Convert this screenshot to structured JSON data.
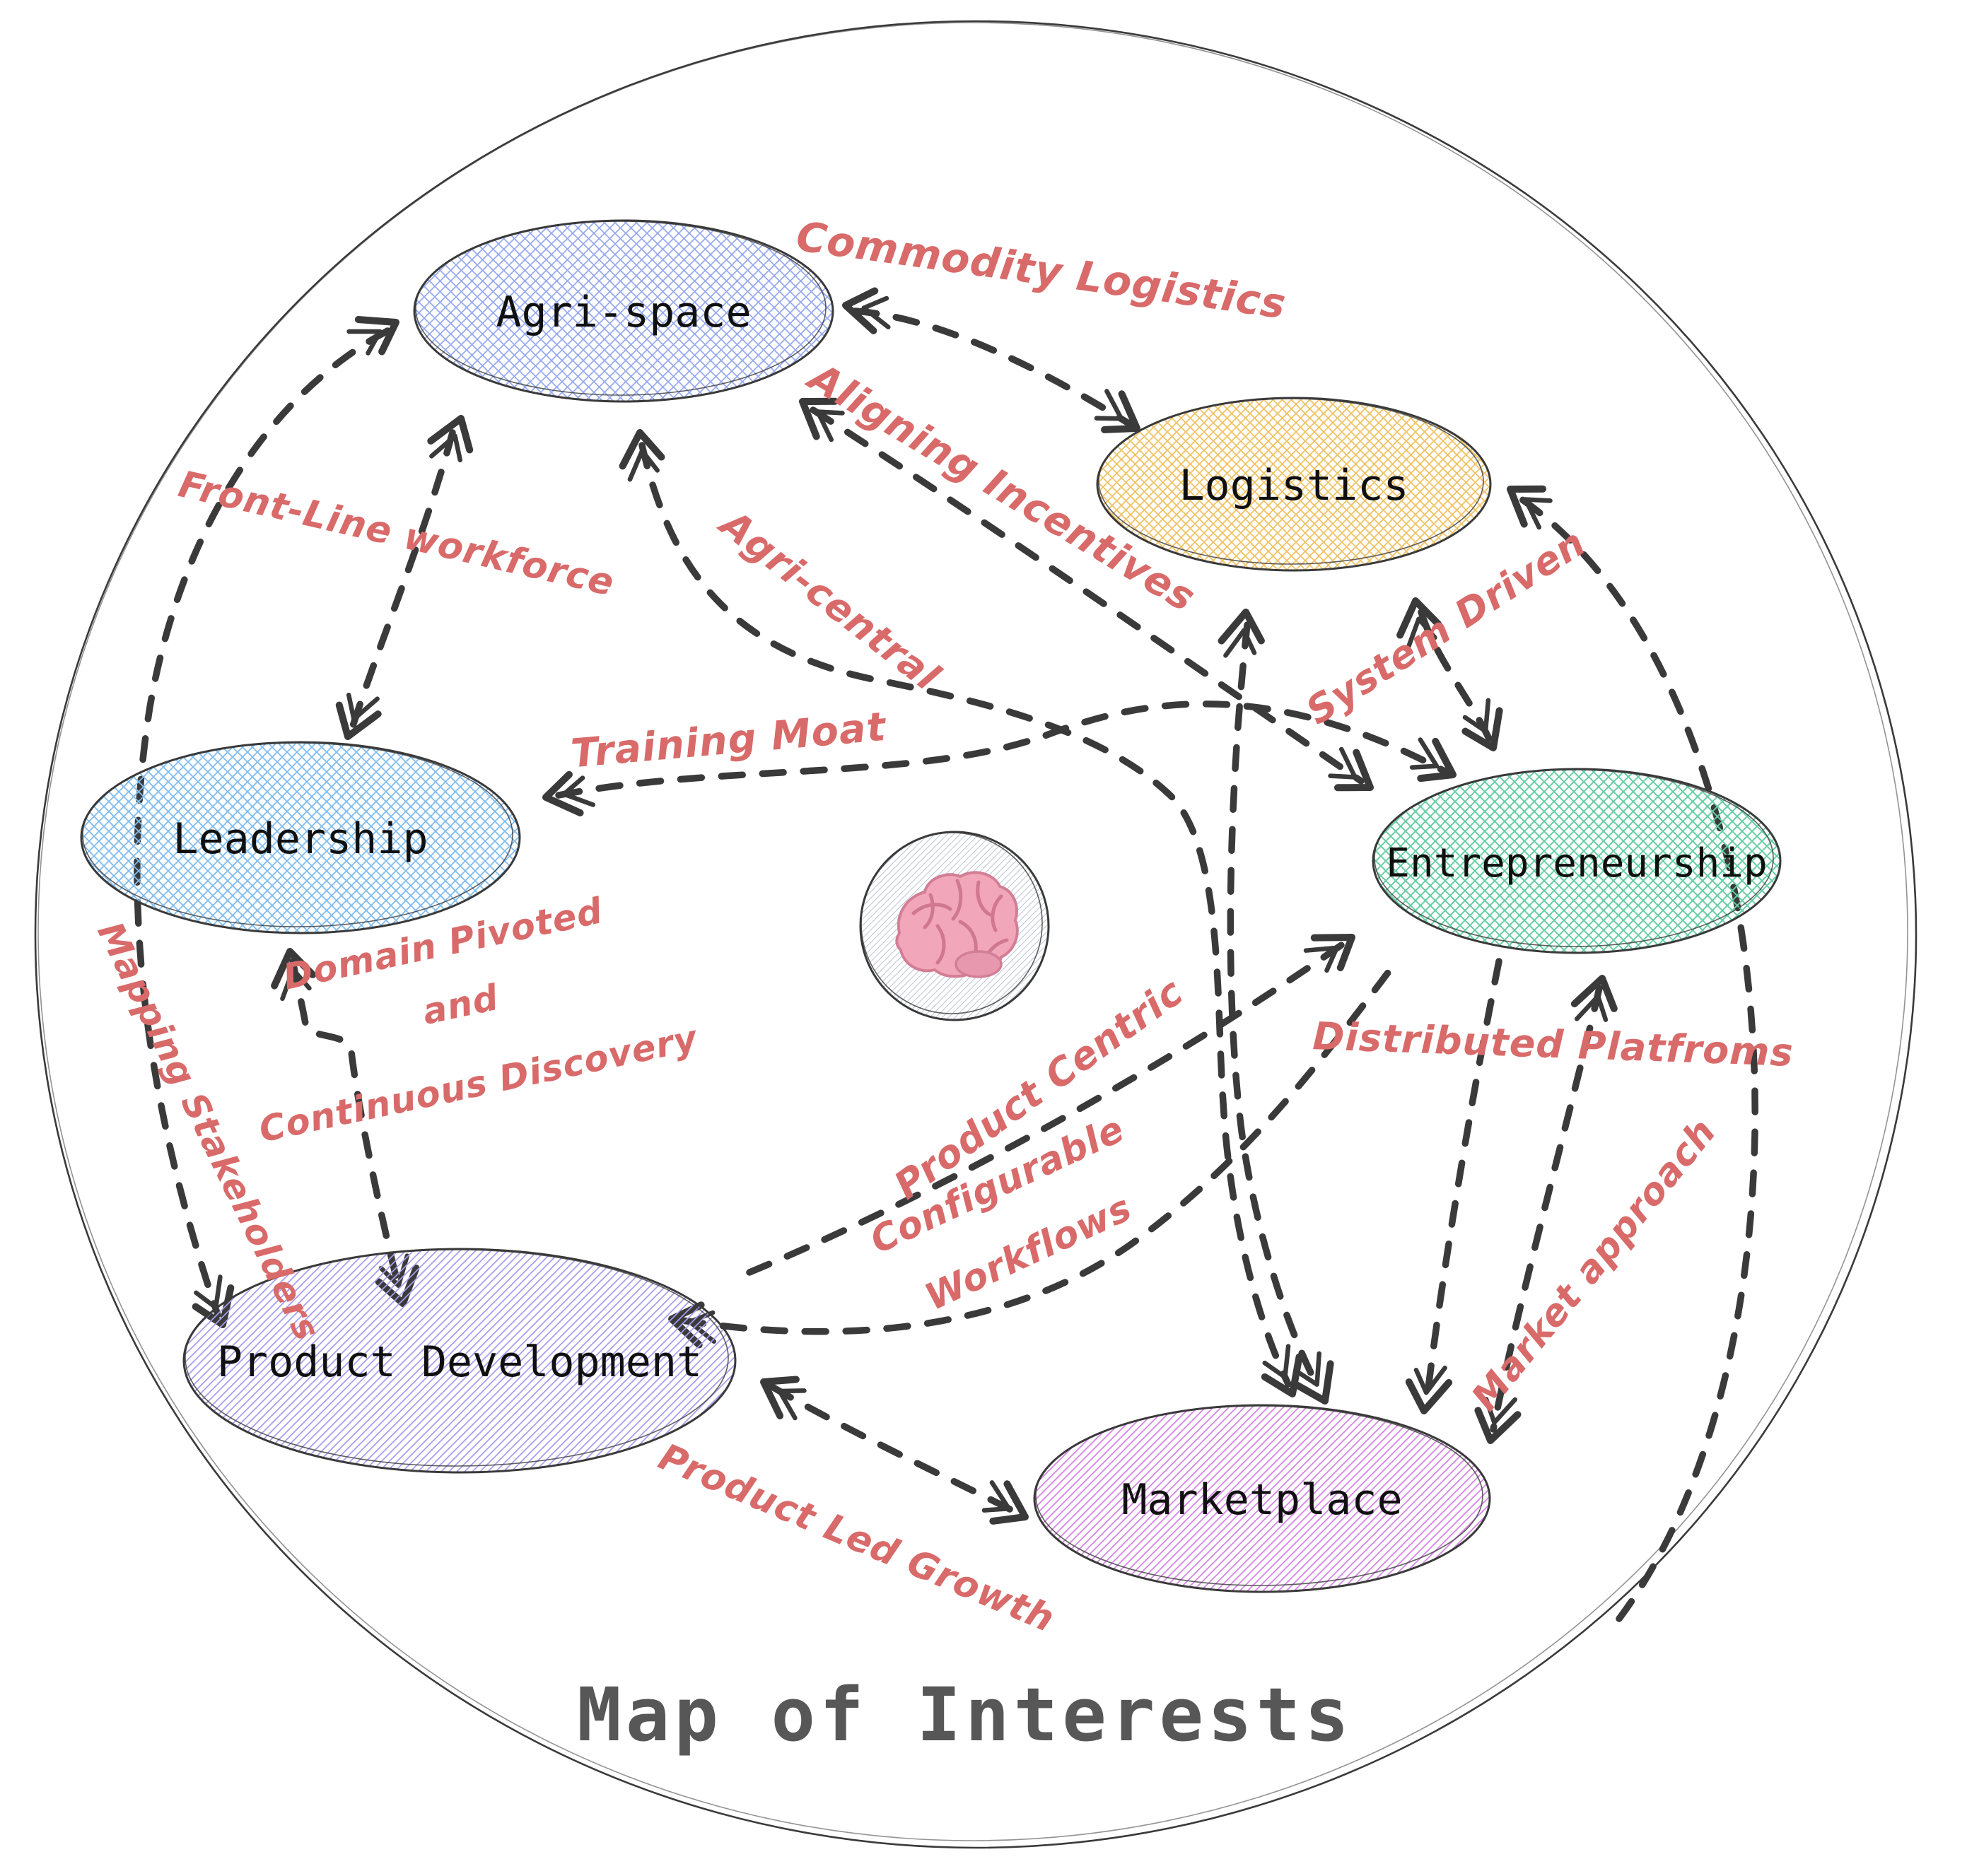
{
  "title": {
    "text": "Map of Interests"
  },
  "colors": {
    "canvas_bg": "#ffffff",
    "stroke": "#3a3a3a",
    "edge_label_red": "#d96a6a",
    "title_gray": "#575757",
    "agri_space_fill": "#96a9ee",
    "logistics_fill": "#f0c264",
    "leadership_fill": "#7fbcf0",
    "entrepreneurship_fill": "#63cda2",
    "product_development_fill": "#a79cf0",
    "marketplace_fill": "#d585e5"
  },
  "center_icon": {
    "name": "brain-emoji"
  },
  "nodes": {
    "agri_space": {
      "label": "Agri-space"
    },
    "logistics": {
      "label": "Logistics"
    },
    "leadership": {
      "label": "Leadership"
    },
    "entrepreneurship": {
      "label": "Entrepreneurship"
    },
    "product_development": {
      "label": "Product Development"
    },
    "marketplace": {
      "label": "Marketplace"
    }
  },
  "edges": {
    "commodity_logistics": {
      "label": "Commodity Logistics",
      "from": "Agri-space",
      "to": "Logistics",
      "direction": "bidirectional"
    },
    "aligning_incentives": {
      "label": "Aligning Incentives",
      "from": "Entrepreneurship",
      "to": "Agri-space",
      "direction": "bidirectional"
    },
    "front_line_workforce": {
      "label": "Front-Line workforce",
      "from": "Leadership",
      "to": "Agri-space",
      "direction": "bidirectional"
    },
    "agri_central": {
      "label": "Agri-central",
      "from": "Agri-space",
      "to": "Marketplace",
      "direction": "bidirectional"
    },
    "training_moat": {
      "label": "Training Moat",
      "from": "Entrepreneurship",
      "to": "Leadership",
      "direction": "bidirectional"
    },
    "system_driven": {
      "label": "System Driven",
      "from": "Logistics",
      "to": "Entrepreneurship",
      "direction": "bidirectional"
    },
    "domain_pivoted": {
      "lines": [
        "Domain Pivoted",
        "and",
        "Continuous Discovery"
      ],
      "from": "Leadership",
      "to": "Product Development",
      "direction": "bidirectional"
    },
    "mapping_stakeholders": {
      "label": "Mapping Stakeholders",
      "from": "Agri-space",
      "to": "Product Development",
      "direction": "bidirectional"
    },
    "product_centric": {
      "label": "Product Centric",
      "from": "Product Development",
      "to": "Entrepreneurship",
      "direction": "forward"
    },
    "configurable_workflows": {
      "lines": [
        "Configurable",
        "Workflows"
      ],
      "from": "Entrepreneurship",
      "to": "Product Development",
      "direction": "forward"
    },
    "distributed_platfroms": {
      "label": "Distributed Platfroms",
      "from": "Entrepreneurship",
      "to": "Marketplace",
      "direction": "forward"
    },
    "market_approach": {
      "label": "Market approach",
      "from": "Entrepreneurship",
      "to": "Marketplace",
      "direction": "bidirectional"
    },
    "product_led_growth": {
      "label": "Product Led Growth",
      "from": "Product Development",
      "to": "Marketplace",
      "direction": "bidirectional"
    },
    "logistics_marketplace": {
      "label": "",
      "from": "Logistics",
      "to": "Marketplace",
      "direction": "bidirectional"
    },
    "marketplace_logistics_outer": {
      "label": "",
      "from": "Marketplace",
      "to": "Logistics",
      "direction": "forward"
    }
  }
}
